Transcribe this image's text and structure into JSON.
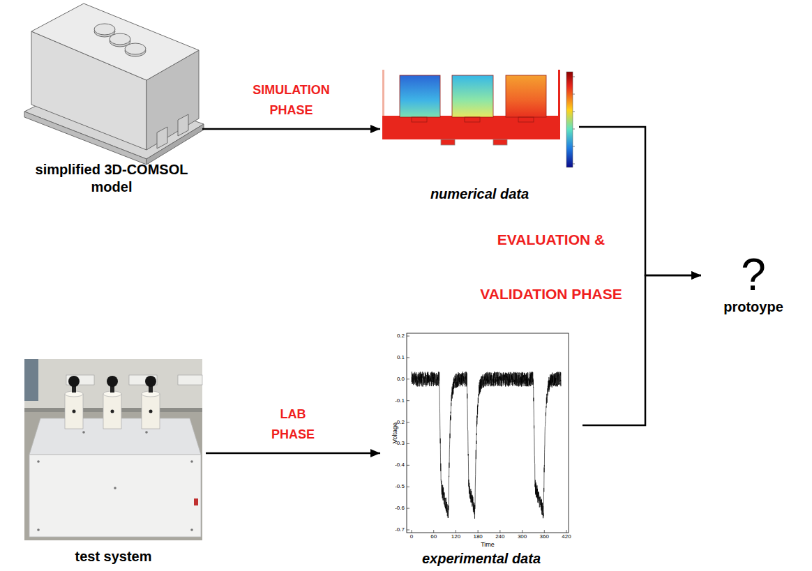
{
  "diagram": {
    "nodes": [
      {
        "text": [
          "simplified 3D-COMSOL model"
        ]
      },
      {
        "text": [
          "numerical data"
        ]
      },
      {
        "text": [
          "test system"
        ]
      },
      {
        "text": [
          "experimental data"
        ]
      },
      {
        "text": [
          "?",
          "protoype"
        ]
      }
    ],
    "edges": [
      {
        "from": 0,
        "to": 1,
        "arrow": "to",
        "label": "SIMULATION PHASE"
      },
      {
        "from": 2,
        "to": 3,
        "arrow": "to",
        "label": "LAB PHASE"
      },
      {
        "from": 1,
        "to": 4,
        "arrow": "to"
      },
      {
        "from": 3,
        "to": 4,
        "arrow": "to"
      }
    ],
    "labels": [
      "EVALUATION & VALIDATION PHASE",
      "0.2",
      "0.1",
      "0.0",
      "-0.1",
      "-0.2",
      "-0.3",
      "-0.4",
      "-0.5",
      "-0.6",
      "-0.7",
      "Voltage",
      "0",
      "60",
      "120",
      "180",
      "240",
      "300",
      "360",
      "420",
      "Time"
    ]
  }
}
